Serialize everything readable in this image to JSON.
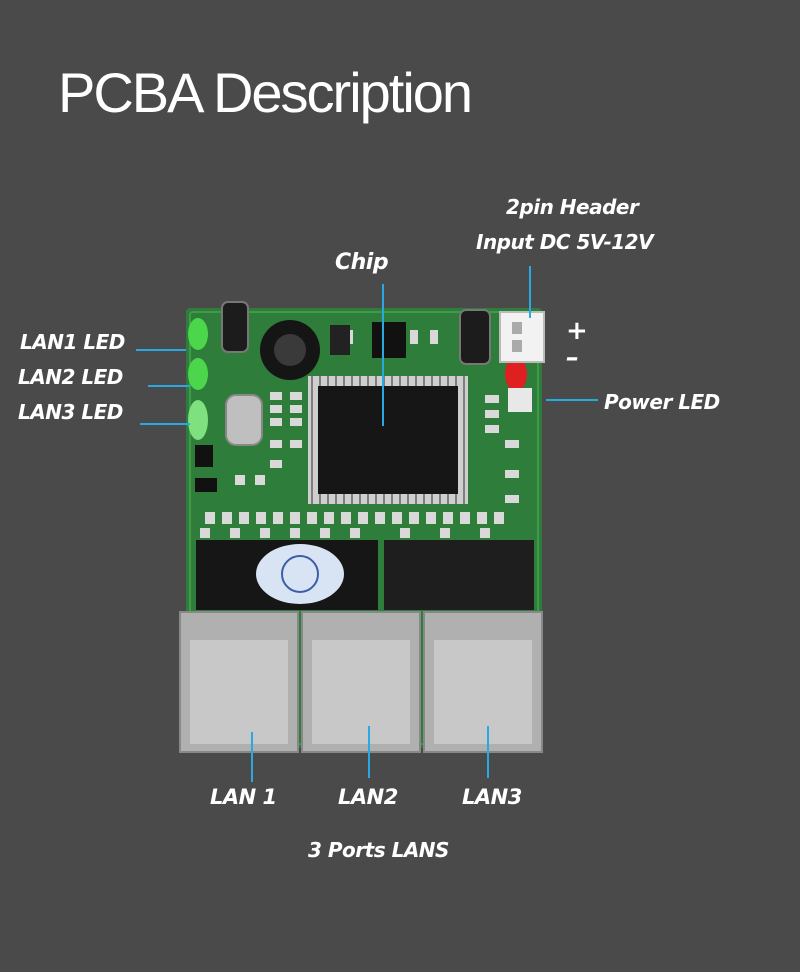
{
  "title": "PCBA Description",
  "labels": {
    "header_line1": "2pin Header",
    "header_line2": "Input DC 5V-12V",
    "chip": "Chip",
    "plus": "+",
    "minus": "–",
    "power_led": "Power LED",
    "lan1_led": "LAN1 LED",
    "lan2_led": "LAN2 LED",
    "lan3_led": "LAN3 LED",
    "lan1": "LAN 1",
    "lan2": "LAN2",
    "lan3": "LAN3",
    "ports": "3 Ports LANS"
  },
  "colors": {
    "background": "#4a4a4a",
    "pcb": "#2e7d3a",
    "leader": "#2aa9e0",
    "led_green": "#4cd64c",
    "led_red": "#e02020"
  }
}
